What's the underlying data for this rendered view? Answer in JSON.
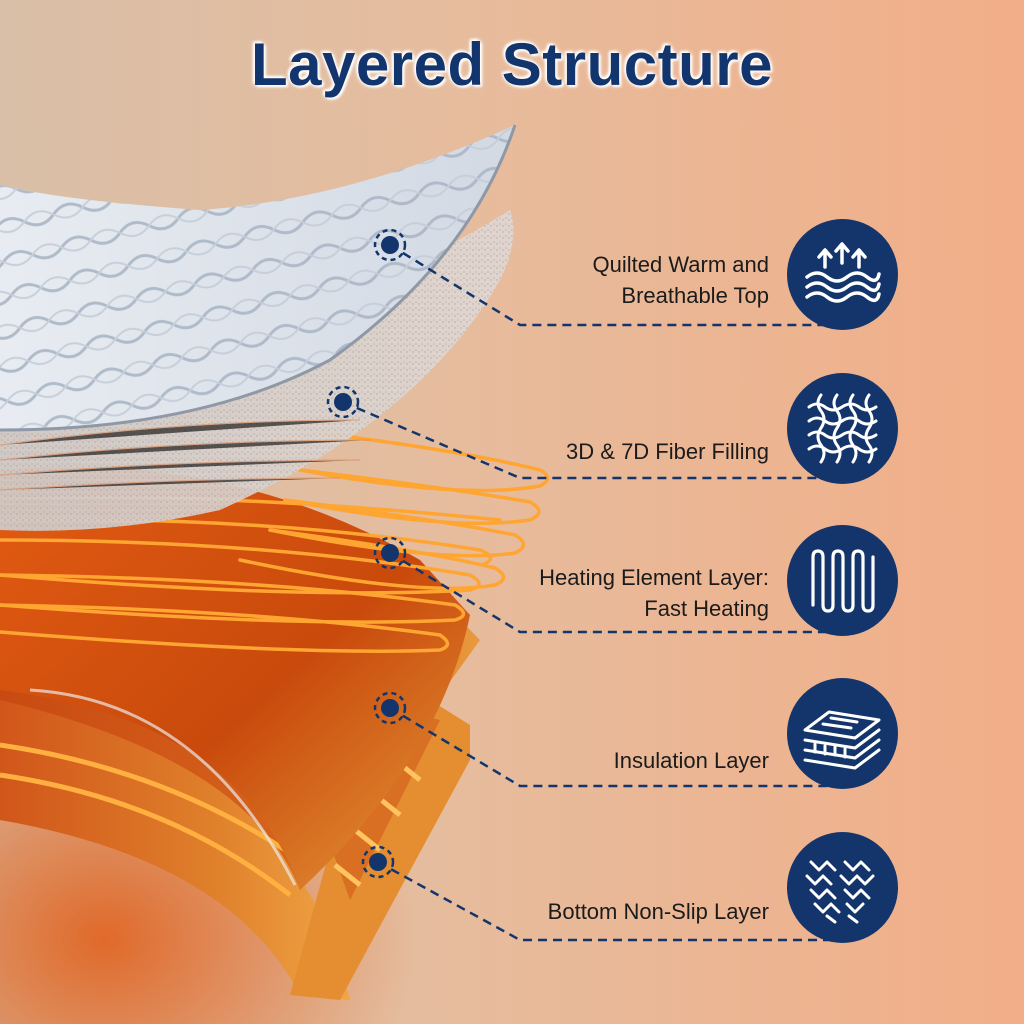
{
  "title": "Layered Structure",
  "colors": {
    "navy": "#13356c",
    "title": "#12356e",
    "heating_orange": "#e8661a",
    "wire_orange": "#ffa532"
  },
  "layers": [
    {
      "lines": [
        "Quilted Warm and",
        "Breathable Top"
      ],
      "icon": "waves-with-arrows-icon"
    },
    {
      "lines": [
        "3D & 7D Fiber Filling"
      ],
      "icon": "woven-fiber-icon"
    },
    {
      "lines": [
        "Heating Element Layer:",
        "Fast Heating"
      ],
      "icon": "heating-coil-icon"
    },
    {
      "lines": [
        "Insulation Layer"
      ],
      "icon": "layered-sheets-icon"
    },
    {
      "lines": [
        "Bottom Non-Slip Layer"
      ],
      "icon": "non-slip-texture-icon"
    }
  ]
}
